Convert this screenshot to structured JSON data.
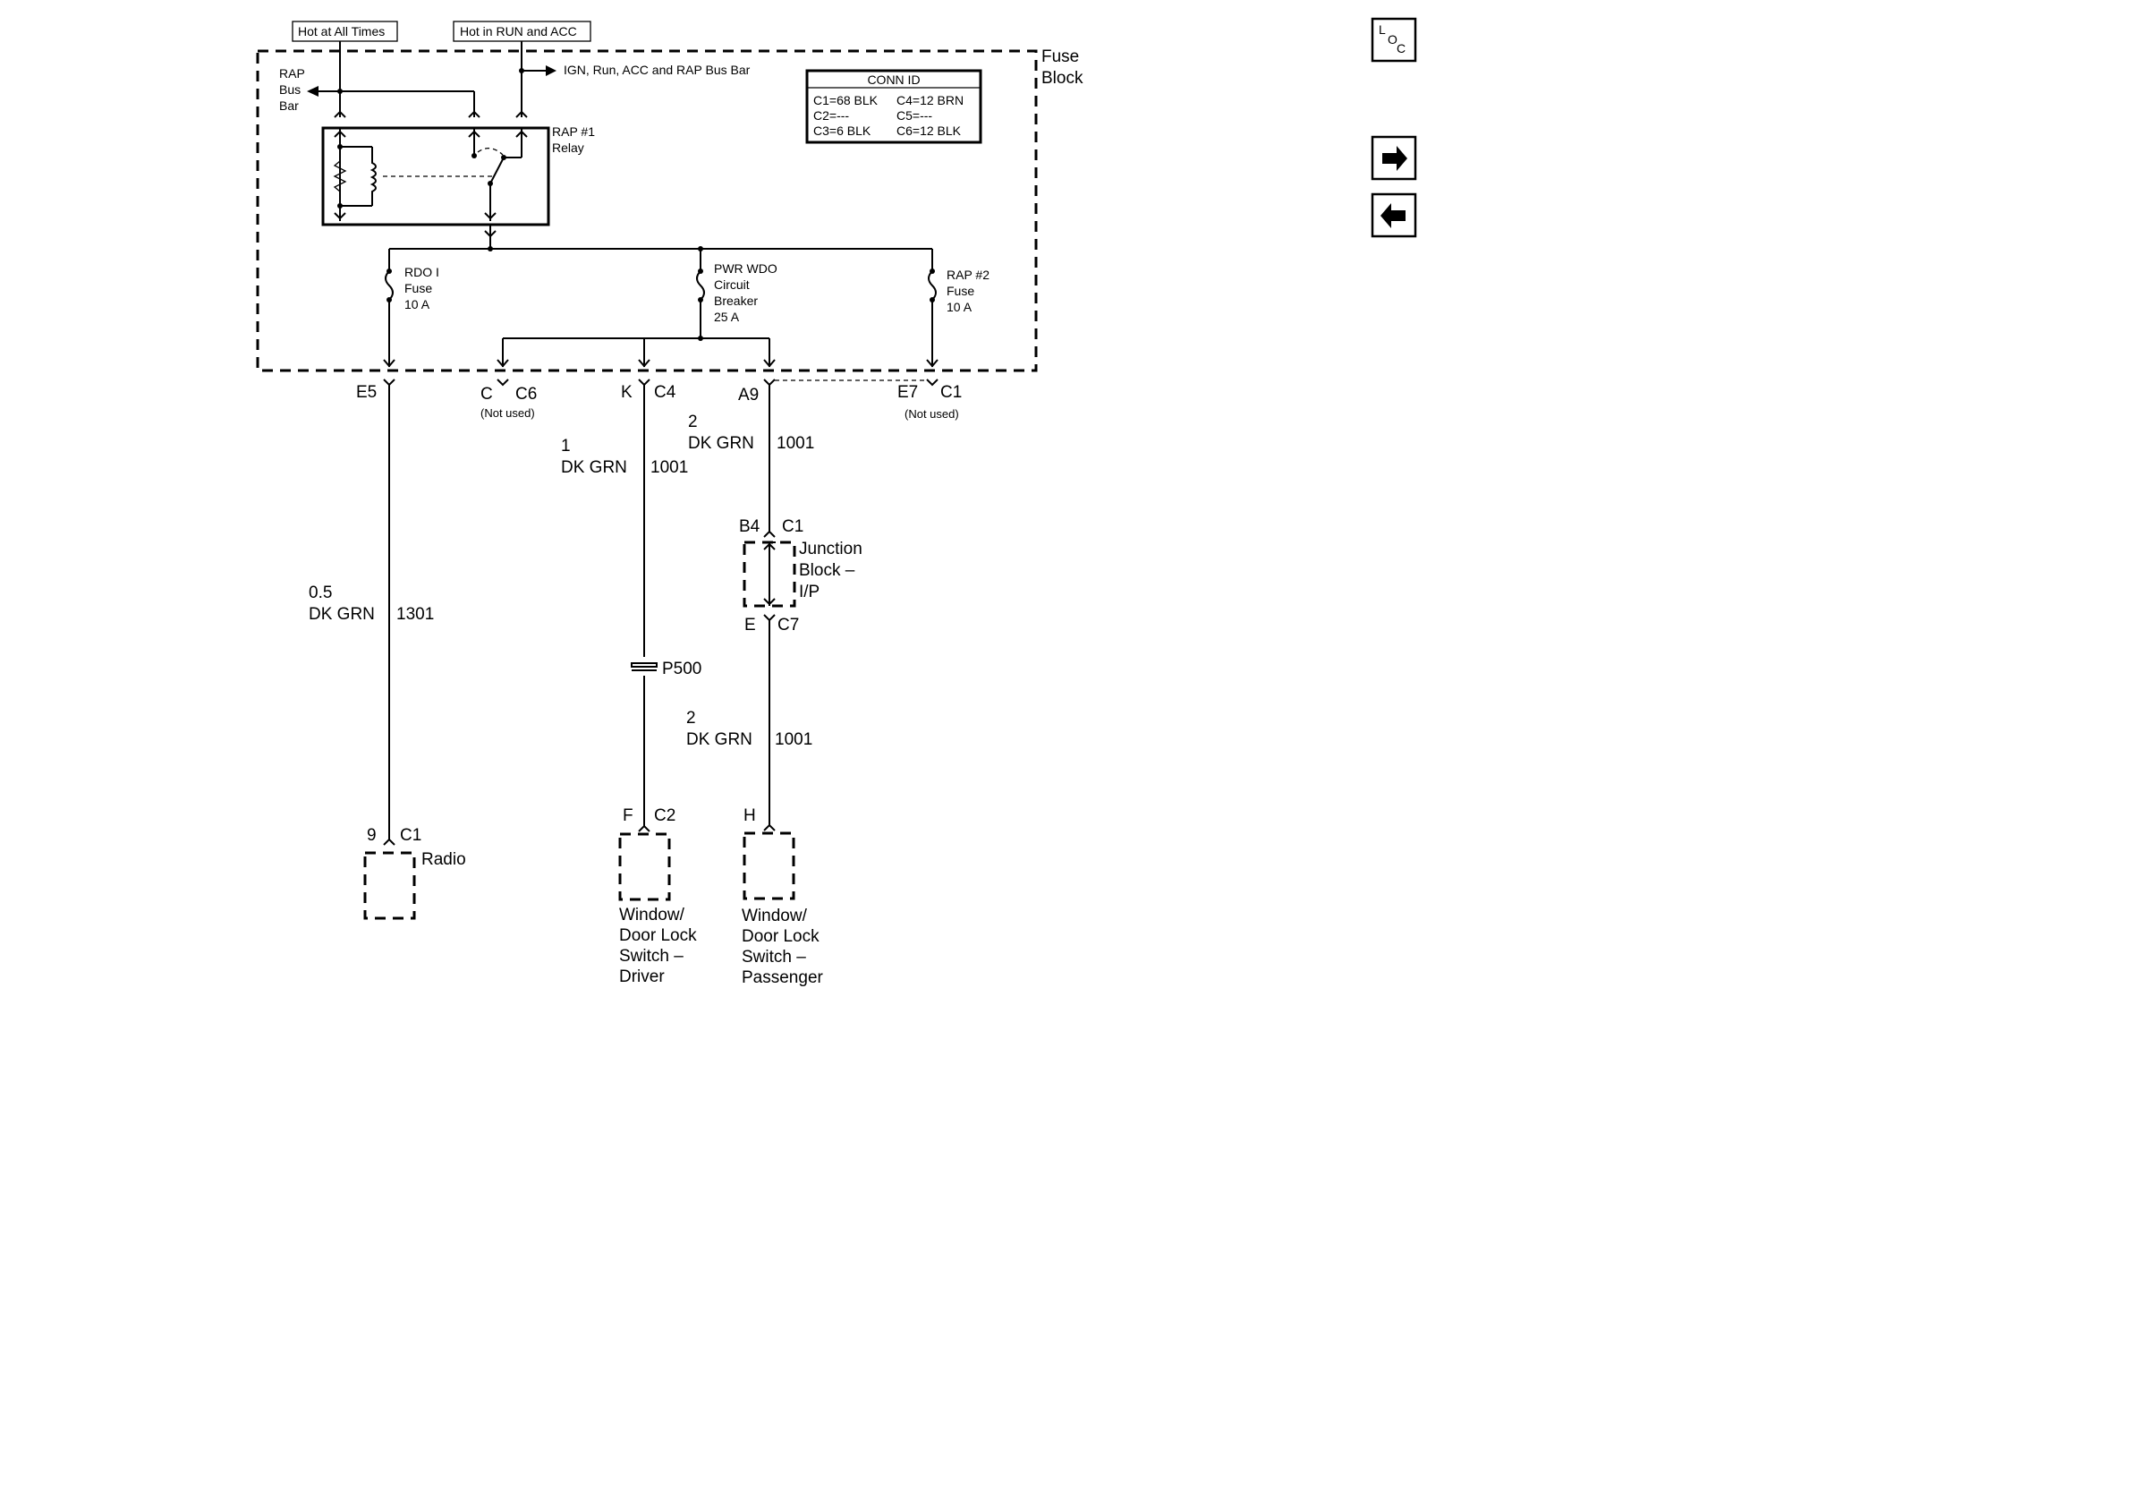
{
  "supply": {
    "hot_at_all_times": "Hot at All Times",
    "hot_in_run_acc": "Hot in RUN and ACC",
    "ign_bus": "IGN, Run, ACC and RAP Bus Bar",
    "rap_bus_1": "RAP",
    "rap_bus_2": "Bus",
    "rap_bus_3": "Bar"
  },
  "fuse_block": {
    "line1": "Fuse",
    "line2": "Block"
  },
  "relay": {
    "line1": "RAP #1",
    "line2": "Relay"
  },
  "conn_id": {
    "title": "CONN ID",
    "rows": [
      [
        "C1=68 BLK",
        "C4=12 BRN"
      ],
      [
        "C2=---",
        "C5=---"
      ],
      [
        "C3=6 BLK",
        "C6=12 BLK"
      ]
    ]
  },
  "fuses": {
    "rdo": [
      "RDO I",
      "Fuse",
      "10 A"
    ],
    "pwr_wdo": [
      "PWR WDO",
      "Circuit",
      "Breaker",
      "25 A"
    ],
    "rap2": [
      "RAP #2",
      "Fuse",
      "10 A"
    ]
  },
  "connectors": {
    "e5": "E5",
    "c": "C",
    "c6": "C6",
    "c_not_used": "(Not used)",
    "k": "K",
    "c4": "C4",
    "a9": "A9",
    "e7": "E7",
    "c1": "C1",
    "e7_not_used": "(Not used)",
    "b4": "B4",
    "b4_c1": "C1",
    "e": "E",
    "c7": "C7",
    "nine": "9",
    "radio_c1": "C1",
    "f": "F",
    "c2": "C2",
    "h": "H"
  },
  "wires": {
    "radio": {
      "size": "0.5",
      "color": "DK GRN",
      "circuit": "1301"
    },
    "driver": {
      "size": "1",
      "color": "DK GRN",
      "circuit": "1001"
    },
    "a9": {
      "size": "2",
      "color": "DK GRN",
      "circuit": "1001"
    },
    "passenger": {
      "size": "2",
      "color": "DK GRN",
      "circuit": "1001"
    }
  },
  "splice": "P500",
  "junction_block": [
    "Junction",
    "Block –",
    "I/P"
  ],
  "components": {
    "radio": "Radio",
    "driver": [
      "Window/",
      "Door Lock",
      "Switch –",
      "Driver"
    ],
    "passenger": [
      "Window/",
      "Door Lock",
      "Switch –",
      "Passenger"
    ]
  },
  "nav": {
    "loc_l": "L",
    "loc_o": "O",
    "loc_c": "C"
  }
}
